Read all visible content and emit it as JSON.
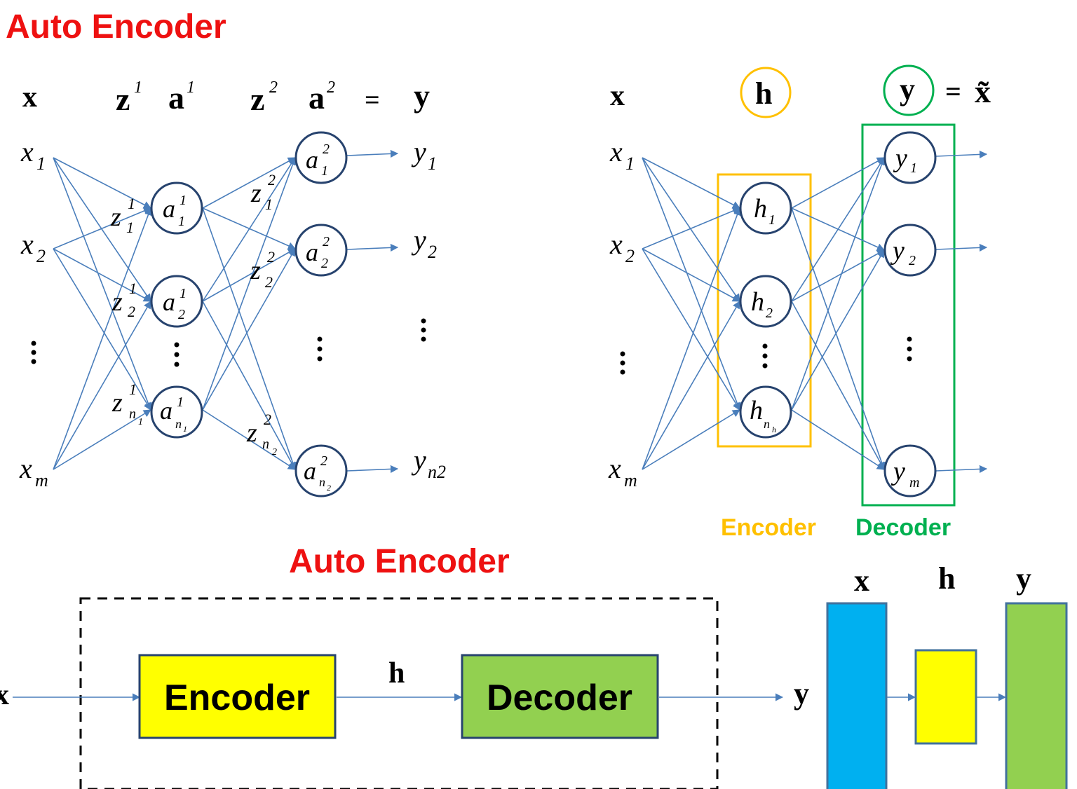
{
  "title_top": "Auto Encoder",
  "title_bottom": "Auto Encoder",
  "left_network": {
    "headers": [
      "x",
      "z",
      "1",
      "a",
      "1",
      "z",
      "2",
      "a",
      "2",
      "=",
      "y"
    ],
    "inputs": [
      {
        "base": "x",
        "sub": "1"
      },
      {
        "base": "x",
        "sub": "2"
      },
      {
        "base": "x",
        "sub": "m"
      }
    ],
    "hidden": [
      {
        "base": "a",
        "sup": "1",
        "sub": "1"
      },
      {
        "base": "a",
        "sup": "1",
        "sub": "2"
      },
      {
        "base": "a",
        "sup": "1",
        "sub": "n",
        "subsub": "1"
      }
    ],
    "output": [
      {
        "base": "a",
        "sup": "2",
        "sub": "1"
      },
      {
        "base": "a",
        "sup": "2",
        "sub": "2"
      },
      {
        "base": "a",
        "sup": "2",
        "sub": "n",
        "subsub": "2"
      }
    ],
    "z1": [
      {
        "base": "z",
        "sup": "1",
        "sub": "1"
      },
      {
        "base": "z",
        "sup": "1",
        "sub": "2"
      },
      {
        "base": "z",
        "sup": "1",
        "sub": "n",
        "subsub": "1"
      }
    ],
    "z2": [
      {
        "base": "z",
        "sup": "2",
        "sub": "1"
      },
      {
        "base": "z",
        "sup": "2",
        "sub": "2"
      },
      {
        "base": "z",
        "sup": "2",
        "sub": "n",
        "subsub": "2"
      }
    ],
    "outputs": [
      {
        "base": "y",
        "sub": "1"
      },
      {
        "base": "y",
        "sub": "2"
      },
      {
        "base": "y",
        "sub": "n2"
      }
    ]
  },
  "right_network": {
    "headers": {
      "x": "x",
      "h": "h",
      "y": "y",
      "eq": "=",
      "xtilde": "x̃"
    },
    "inputs": [
      {
        "base": "x",
        "sub": "1"
      },
      {
        "base": "x",
        "sub": "2"
      },
      {
        "base": "x",
        "sub": "m"
      }
    ],
    "hidden": [
      {
        "base": "h",
        "sub": "1"
      },
      {
        "base": "h",
        "sub": "2"
      },
      {
        "base": "h",
        "sub": "n",
        "subsub": "h"
      }
    ],
    "output": [
      {
        "base": "y",
        "sub": "1"
      },
      {
        "base": "y",
        "sub": "2"
      },
      {
        "base": "y",
        "sub": "m"
      }
    ],
    "encoder_label": "Encoder",
    "decoder_label": "Decoder",
    "encoder_color": "#ffc000",
    "decoder_color": "#00b050",
    "h_circle_color": "#ffc000",
    "y_circle_color": "#00b050"
  },
  "block_diagram": {
    "input_label": "x",
    "encoder_text": "Encoder",
    "h_label": "h",
    "decoder_text": "Decoder",
    "output_label": "y",
    "encoder_fill": "#ffff00",
    "decoder_fill": "#92d050"
  },
  "bars": {
    "labels": [
      "x",
      "h",
      "y"
    ],
    "colors": [
      "#00b0f0",
      "#ffff00",
      "#92d050"
    ]
  },
  "colors": {
    "title": "#ee1111",
    "edge": "#4a7ebb",
    "node_stroke": "#27436e"
  }
}
